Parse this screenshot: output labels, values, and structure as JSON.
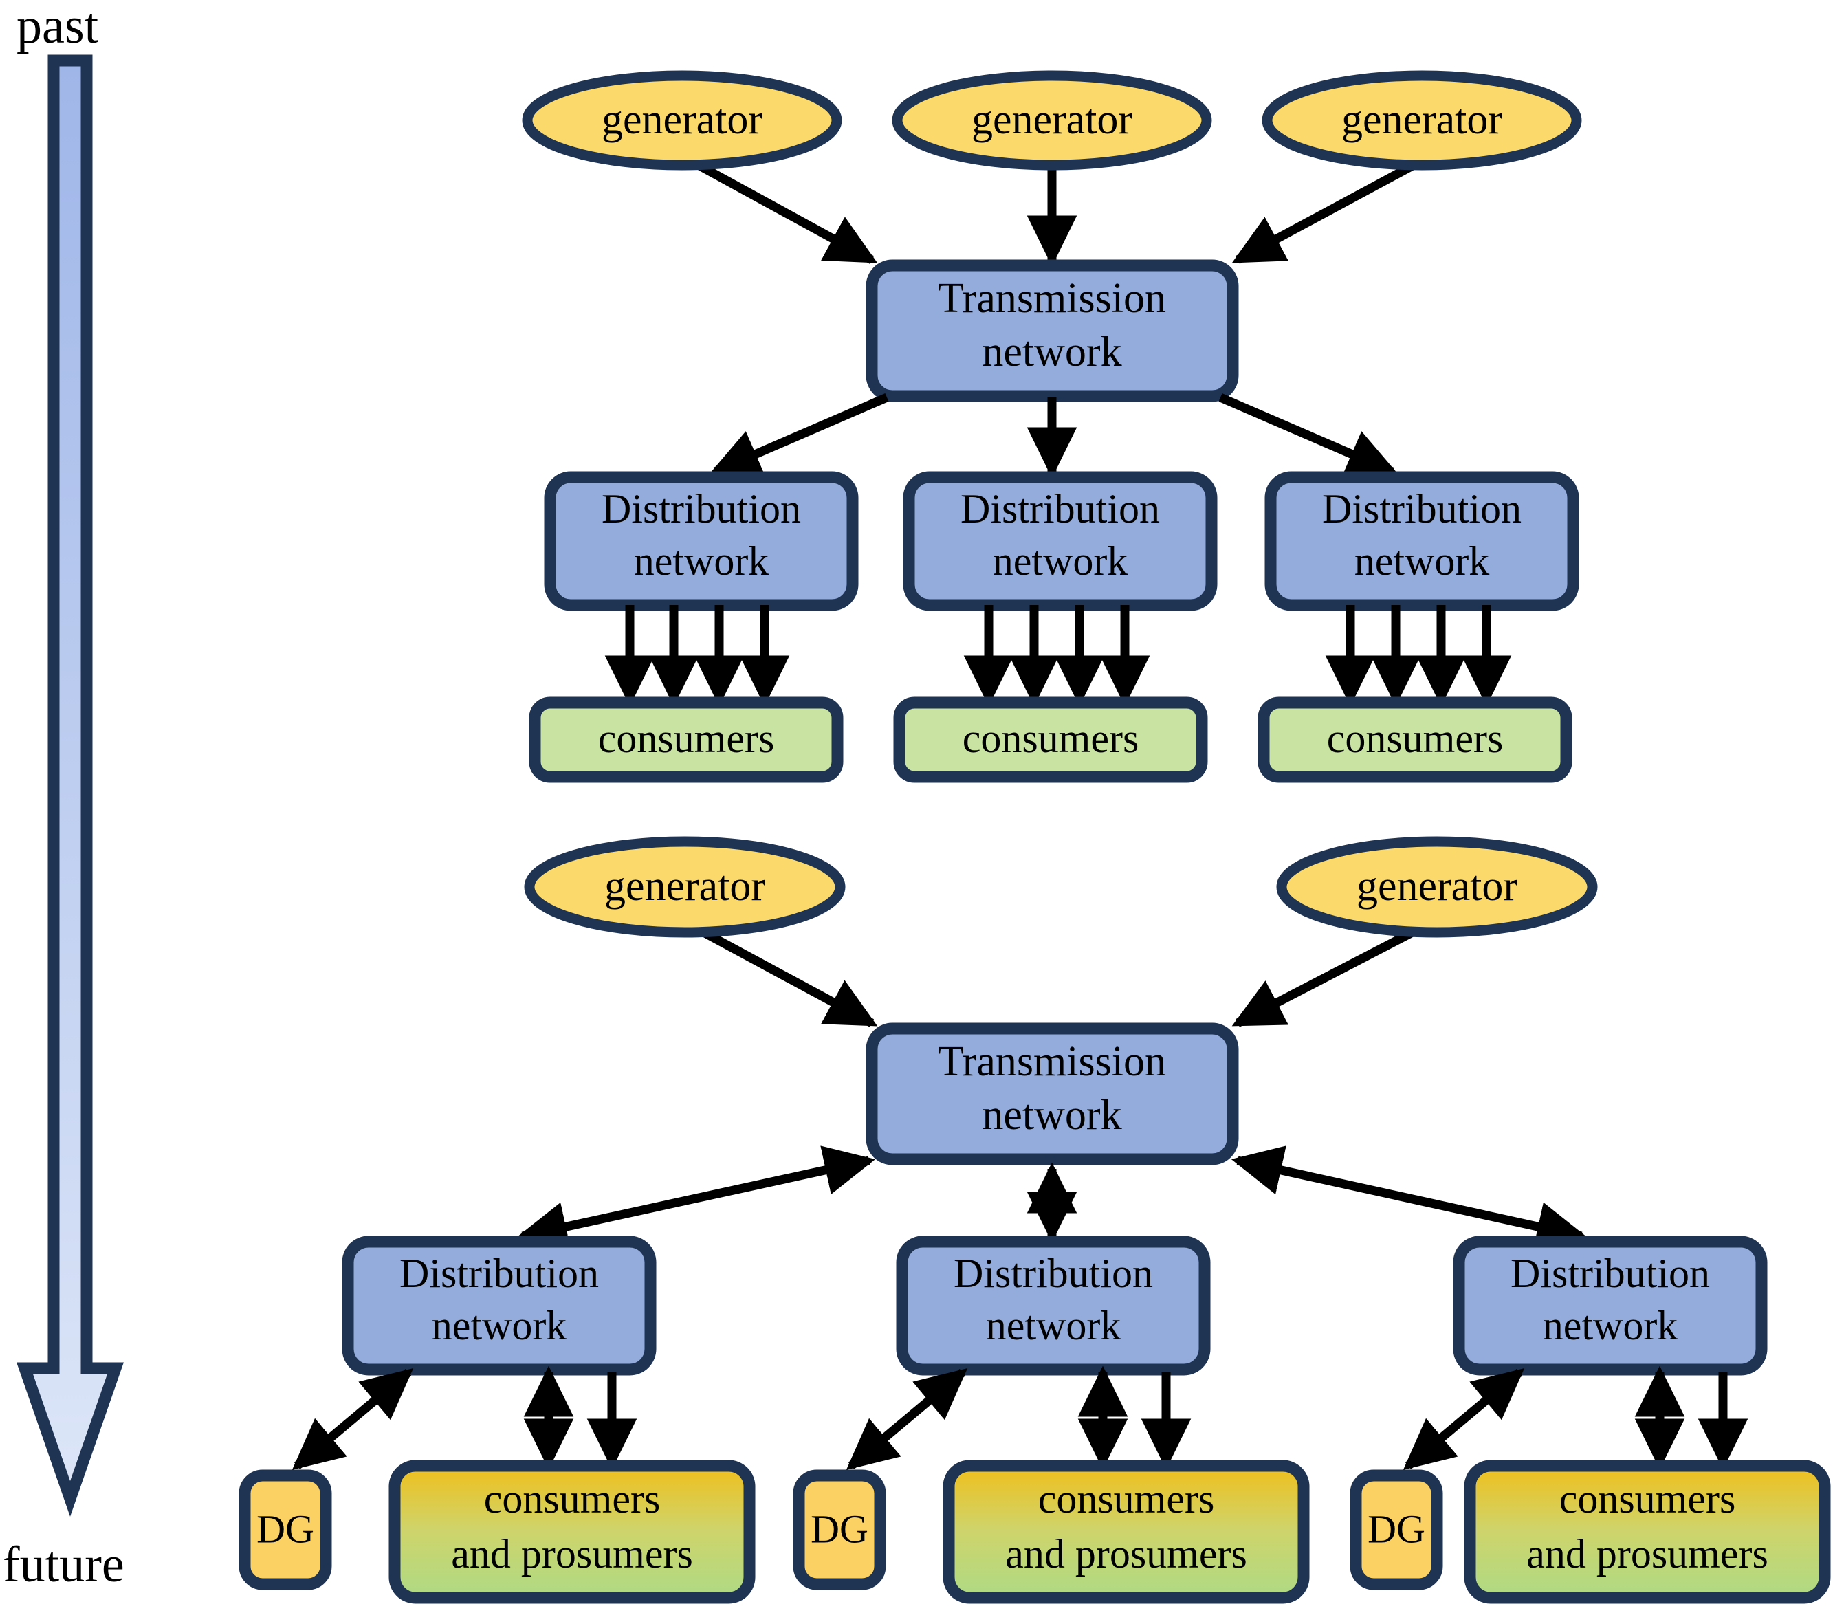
{
  "figure": {
    "type": "diagram",
    "subject": "Evolution of the electric power system from past to future",
    "stroke_color": "#1F3352",
    "arrow_color": "#000000",
    "background": "#FFFFFF"
  },
  "timeline": {
    "top_label": "past",
    "bottom_label": "future",
    "arrow_direction": "down",
    "fill_top": "#9FB6E8",
    "fill_bottom": "#DCE5F7"
  },
  "palette": {
    "generator_fill": "#FBD96B",
    "network_fill": "#93ACDB",
    "consumer_fill": "#C8E3A2",
    "dg_fill": "#FBD163",
    "prosumer_gradient_top": "#F2C322",
    "prosumer_gradient_bottom": "#AFDA86"
  },
  "past_system": {
    "generators": [
      {
        "label": "generator"
      },
      {
        "label": "generator"
      },
      {
        "label": "generator"
      }
    ],
    "transmission": {
      "line1": "Transmission",
      "line2": "network"
    },
    "distribution": [
      {
        "line1": "Distribution",
        "line2": "network"
      },
      {
        "line1": "Distribution",
        "line2": "network"
      },
      {
        "line1": "Distribution",
        "line2": "network"
      }
    ],
    "consumers": [
      {
        "label": "consumers"
      },
      {
        "label": "consumers"
      },
      {
        "label": "consumers"
      }
    ],
    "consumer_feeders_per_group": 4,
    "flow": "unidirectional"
  },
  "future_system": {
    "generators": [
      {
        "label": "generator"
      },
      {
        "label": "generator"
      }
    ],
    "transmission": {
      "line1": "Transmission",
      "line2": "network"
    },
    "distribution": [
      {
        "line1": "Distribution",
        "line2": "network"
      },
      {
        "line1": "Distribution",
        "line2": "network"
      },
      {
        "line1": "Distribution",
        "line2": "network"
      }
    ],
    "dg": [
      {
        "label": "DG"
      },
      {
        "label": "DG"
      },
      {
        "label": "DG"
      }
    ],
    "prosumers": [
      {
        "line1": "consumers",
        "line2": "and prosumers"
      },
      {
        "line1": "consumers",
        "line2": "and prosumers"
      },
      {
        "line1": "consumers",
        "line2": "and prosumers"
      }
    ],
    "flow": "bidirectional"
  }
}
